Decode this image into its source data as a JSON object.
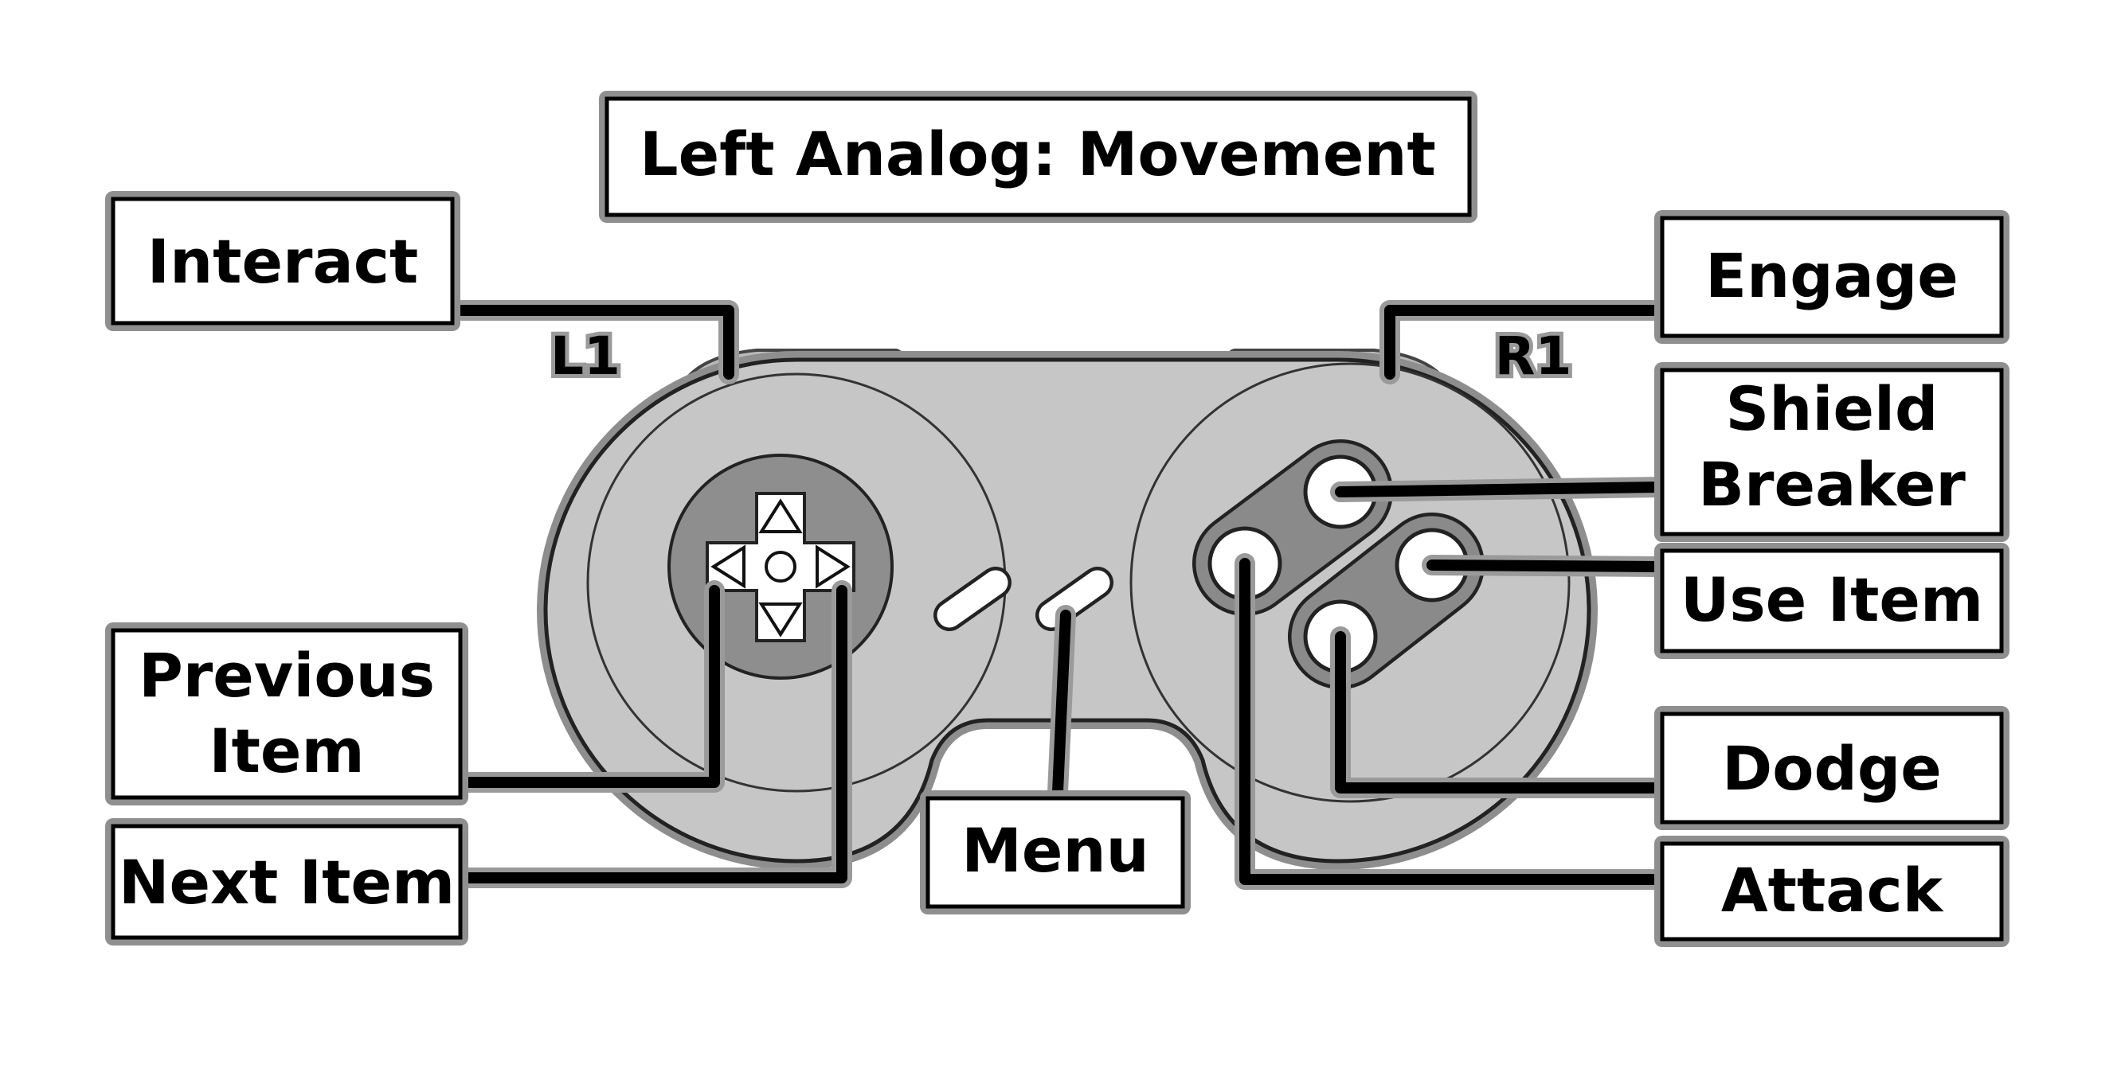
{
  "labels": {
    "left_analog": "Left Analog: Movement",
    "interact": "Interact",
    "engage": "Engage",
    "shield_breaker": [
      "Shield",
      "Breaker"
    ],
    "use_item": "Use Item",
    "previous_item": [
      "Previous",
      "Item"
    ],
    "next_item": "Next Item",
    "menu": "Menu",
    "dodge": "Dodge",
    "attack": "Attack"
  },
  "triggers": {
    "left": "L1",
    "right": "R1"
  },
  "colors": {
    "controller_body": "#c6c6c6",
    "dpad_ring": "#8e8e8e",
    "button_well": "#8a8a8a",
    "box_shadow": "#8f8f8f",
    "background": "#ffffff"
  }
}
